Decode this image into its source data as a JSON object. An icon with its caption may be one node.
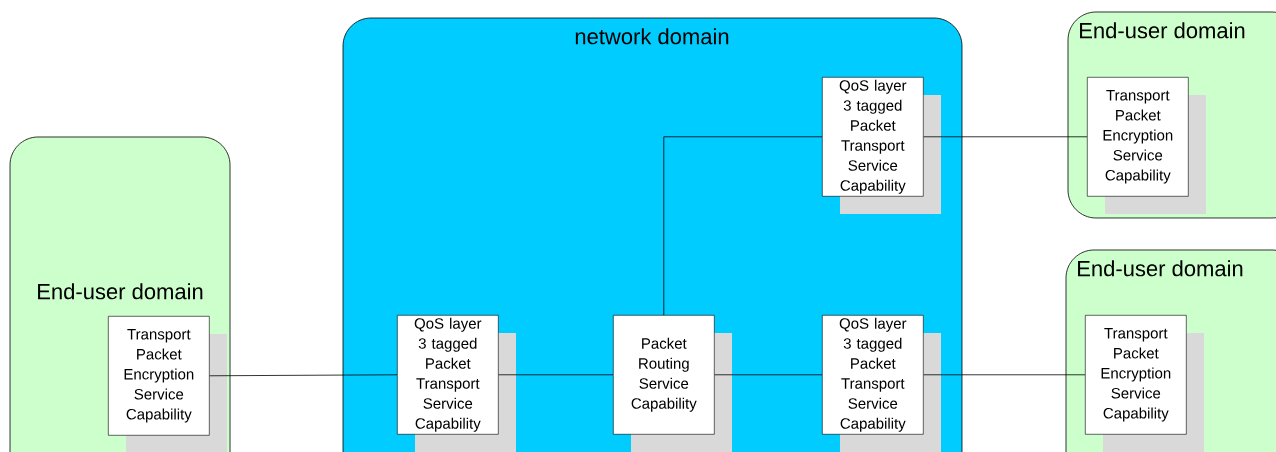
{
  "diagram": {
    "nodes": [
      {
        "text": [
          "End-user domain"
        ]
      },
      {
        "text": [
          "Transport Packet Encryption Service Capability"
        ],
        "in": 0
      },
      {
        "text": [
          "network domain"
        ]
      },
      {
        "text": [
          "QoS layer 3 tagged Packet Transport Service Capability"
        ],
        "in": 2
      },
      {
        "text": [
          "Packet Routing Service Capability"
        ],
        "in": 2
      },
      {
        "text": [
          "QoS layer 3 tagged Packet Transport Service Capability"
        ],
        "in": 2
      },
      {
        "text": [
          "QoS layer 3 tagged Packet Transport Service Capability"
        ],
        "in": 2
      },
      {
        "text": [
          "End-user domain"
        ]
      },
      {
        "text": [
          "Transport Packet Encryption Service Capability"
        ],
        "in": 7
      },
      {
        "text": [
          "End-user domain"
        ]
      },
      {
        "text": [
          "Transport Packet Encryption Service Capability"
        ],
        "in": 9
      }
    ],
    "edges": [
      {
        "from": 1,
        "to": 3,
        "arrow": "none"
      },
      {
        "from": 3,
        "to": 4,
        "arrow": "none"
      },
      {
        "from": 4,
        "to": 5,
        "arrow": "none"
      },
      {
        "from": 5,
        "to": 10,
        "arrow": "none"
      },
      {
        "from": 4,
        "to": 6,
        "arrow": "none"
      },
      {
        "from": 6,
        "to": 8,
        "arrow": "none"
      }
    ]
  }
}
